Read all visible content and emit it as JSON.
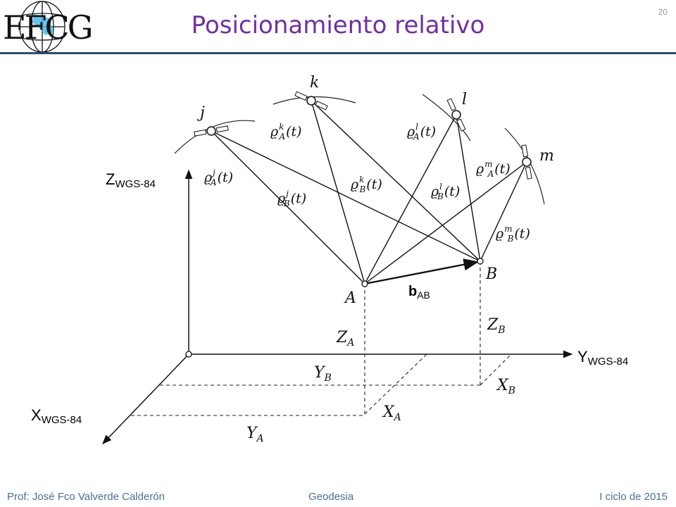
{
  "slide": {
    "number": "20",
    "title": "Posicionamiento relativo"
  },
  "logo": {
    "text": "EFCG"
  },
  "footer": {
    "author": "Prof: José Fco Valverde Calderón",
    "course": "Geodesia",
    "term": "I ciclo de 2015"
  },
  "diagram": {
    "satellites": [
      "j",
      "k",
      "l",
      "m"
    ],
    "receivers": [
      "A",
      "B"
    ],
    "axes": {
      "z": "Z",
      "y": "Y",
      "x": "X",
      "subscript": "WGS-84"
    },
    "baseline": {
      "main": "b",
      "sub": "AB"
    },
    "ranges": [
      {
        "sup": "j",
        "sub": "A"
      },
      {
        "sup": "k",
        "sub": "A"
      },
      {
        "sup": "l",
        "sub": "A"
      },
      {
        "sup": "m",
        "sub": "A"
      },
      {
        "sup": "j",
        "sub": "B"
      },
      {
        "sup": "k",
        "sub": "B"
      },
      {
        "sup": "l",
        "sub": "B"
      },
      {
        "sup": "m",
        "sub": "B"
      }
    ],
    "range_symbol": "ϱ",
    "range_arg": "(t)",
    "coords": [
      {
        "main": "Z",
        "sub": "A"
      },
      {
        "main": "Z",
        "sub": "B"
      },
      {
        "main": "Y",
        "sub": "B"
      },
      {
        "main": "Y",
        "sub": "A"
      },
      {
        "main": "X",
        "sub": "B"
      },
      {
        "main": "X",
        "sub": "A"
      }
    ]
  },
  "colors": {
    "title": "#7030a0",
    "rule": "#2e4d6e",
    "footer": "#4f6d94"
  }
}
